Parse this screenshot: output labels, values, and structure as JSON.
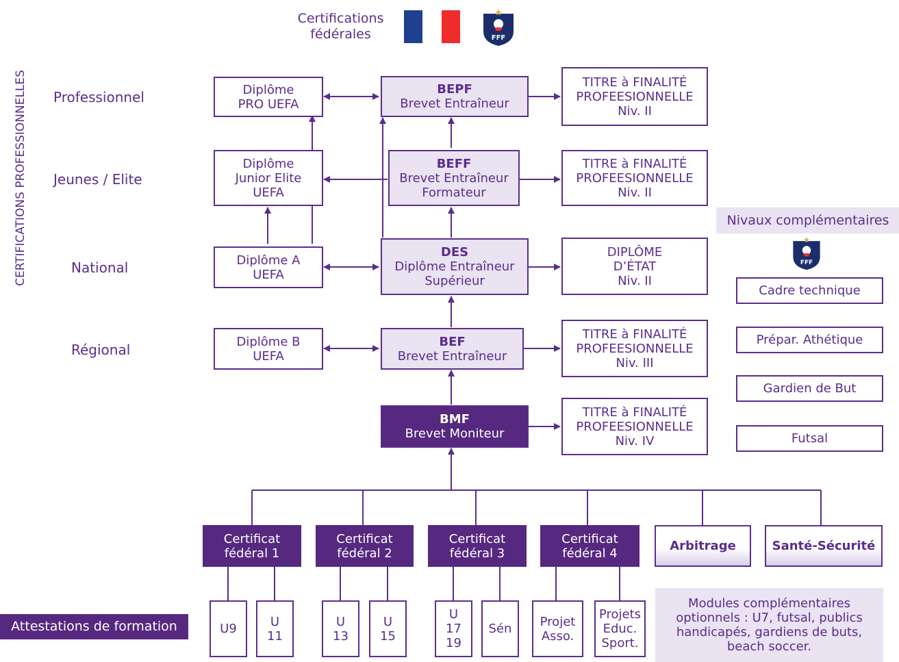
{
  "header": {
    "title_line1": "Certifications",
    "title_line2": "fédérales"
  },
  "side_label": "CERTIFICATIONS PROFESSIONNELLES",
  "levels": [
    "Professionnel",
    "Jeunes / Elite",
    "National",
    "Régional"
  ],
  "uefa": {
    "pro": [
      "Diplôme",
      "PRO UEFA"
    ],
    "junior": [
      "Diplôme",
      "Junior Elite",
      "UEFA"
    ],
    "a": [
      "Diplôme A",
      "UEFA"
    ],
    "b": [
      "Diplôme B",
      "UEFA"
    ]
  },
  "brevets": {
    "bepf": {
      "code": "BEPF",
      "name": "Brevet Entraîneur"
    },
    "beff": {
      "code": "BEFF",
      "line1": "Brevet Entraîneur",
      "line2": "Formateur"
    },
    "des": {
      "code": "DES",
      "line1": "Diplôme Entraîneur",
      "line2": "Supérieur"
    },
    "bef": {
      "code": "BEF",
      "name": "Brevet Entraîneur"
    },
    "bmf": {
      "code": "BMF",
      "name": "Brevet Moniteur"
    }
  },
  "titres": {
    "t1": [
      "TITRE à FINALITÉ",
      "PROFEESIONNELLE",
      "Niv. II"
    ],
    "t2": [
      "TITRE à FINALITÉ",
      "PROFEESIONNELLE",
      "Niv. II"
    ],
    "t3": [
      "DIPLÔME",
      "D’ÉTAT",
      "Niv. II"
    ],
    "t4": [
      "TITRE à FINALITÉ",
      "PROFEESIONNELLE",
      "Niv. III"
    ],
    "t5": [
      "TITRE à FINALITÉ",
      "PROFEESIONNELLE",
      "Niv. IV"
    ]
  },
  "complementary": {
    "title": "Nivaux complémentaires",
    "items": [
      "Cadre technique",
      "Prépar. Athétique",
      "Gardien de But",
      "Futsal"
    ]
  },
  "certificats": [
    [
      "Certificat",
      "fédéral 1"
    ],
    [
      "Certificat",
      "fédéral 2"
    ],
    [
      "Certificat",
      "fédéral 3"
    ],
    [
      "Certificat",
      "fédéral 4"
    ]
  ],
  "extra_modules": [
    "Arbitrage",
    "Santé-Sécurité"
  ],
  "attestations": {
    "label": "Attestations de formation",
    "items": [
      [
        "U9"
      ],
      [
        "U",
        "11"
      ],
      [
        "U",
        "13"
      ],
      [
        "U",
        "15"
      ],
      [
        "U",
        "17",
        "19"
      ],
      [
        "Sén"
      ],
      [
        "Projet",
        "Asso."
      ],
      [
        "Projets",
        "Educ.",
        "Sport."
      ]
    ]
  },
  "modules_note": [
    "Modules complémentaires",
    "optionnels : U7, futsal, publics",
    "handicapés, gardiens de buts,",
    "beach soccer."
  ],
  "crest_text": "FFF",
  "colors": {
    "purple": "#5b2d8c",
    "dark_purple": "#56287f",
    "light_purple": "#e9e3f2",
    "flag_blue": "#1f3f8f",
    "flag_red": "#ef2b2b"
  }
}
